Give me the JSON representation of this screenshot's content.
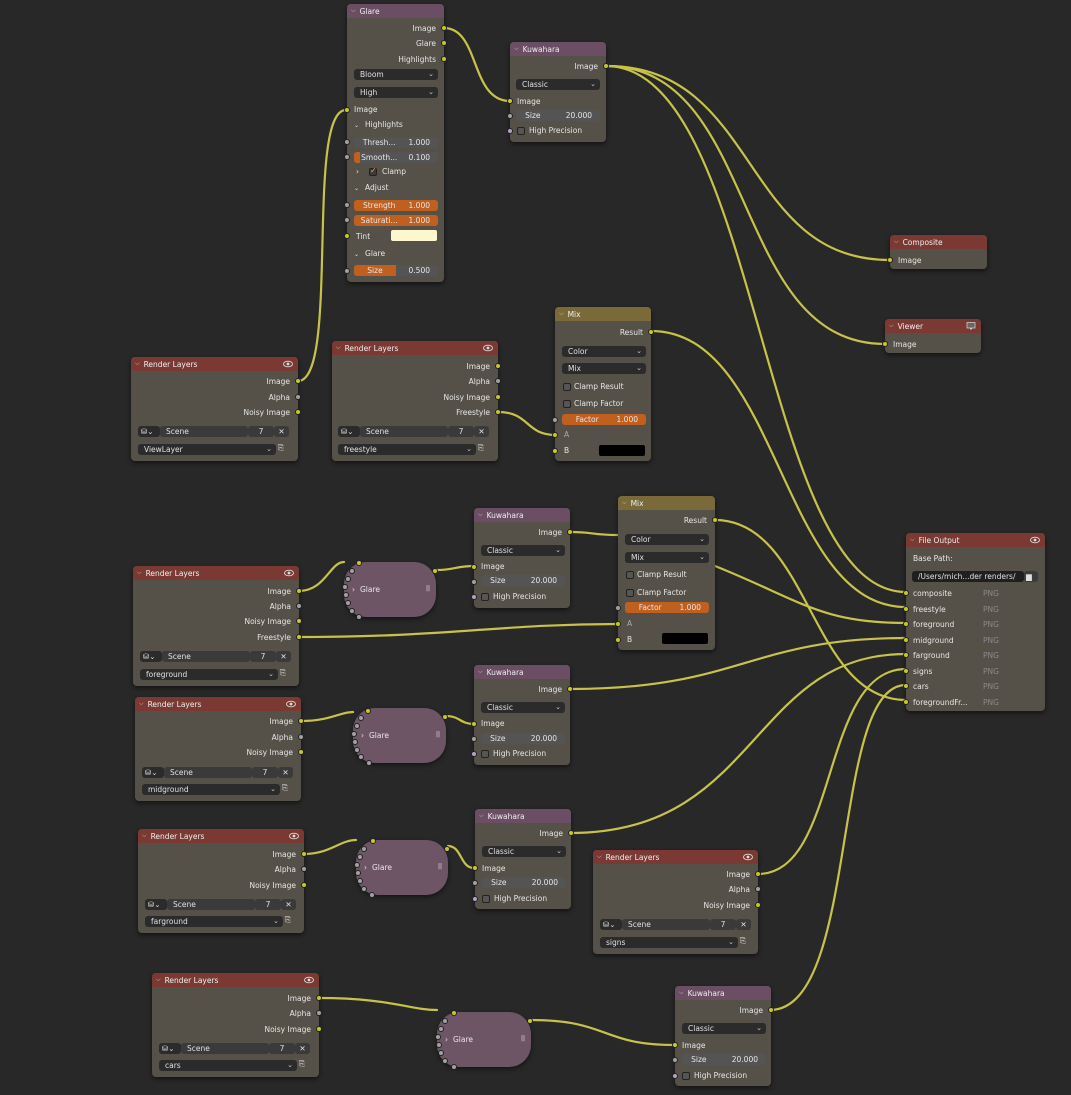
{
  "labels": {
    "image": "Image",
    "alpha": "Alpha",
    "noisy_image": "Noisy Image",
    "freestyle_out": "Freestyle",
    "glare_out": "Glare",
    "highlights_out": "Highlights",
    "result": "Result",
    "size": "Size",
    "high_precision": "High Precision",
    "classic": "Classic",
    "scene": "Scene",
    "scene_users": "7",
    "a": "A",
    "b": "B",
    "color": "Color",
    "mix": "Mix",
    "clamp_result": "Clamp Result",
    "clamp_factor": "Clamp Factor",
    "factor": "Factor",
    "factor_val": "1.000",
    "size_val": "20.000"
  },
  "glare_main": {
    "title": "Glare",
    "type": "Bloom",
    "quality": "High",
    "highlights_panel": "Highlights",
    "threshold_label": "Thresh...",
    "threshold": "1.000",
    "smooth_label": "Smooth...",
    "smooth": "0.100",
    "clamp": "Clamp",
    "adjust_panel": "Adjust",
    "strength_label": "Strength",
    "strength": "1.000",
    "saturation_label": "Saturati...",
    "saturation": "1.000",
    "tint": "Tint",
    "glare_panel": "Glare",
    "size_label": "Size",
    "size": "0.500"
  },
  "kuwahara_title": "Kuwahara",
  "render_layers_title": "Render Layers",
  "mix_title": "Mix",
  "glare_pill_label": "Glare",
  "composite": {
    "title": "Composite"
  },
  "viewer": {
    "title": "Viewer"
  },
  "view_layers": {
    "rl1": "ViewLayer",
    "rl2": "freestyle",
    "rl3": "foreground",
    "rl4": "midground",
    "rl5": "farground",
    "rl6": "signs",
    "rl7": "cars"
  },
  "file_output": {
    "title": "File Output",
    "base_path_label": "Base Path:",
    "base_path": "/Users/mich...der renders/",
    "format": "PNG",
    "inputs": [
      "composite",
      "freestyle",
      "foreground",
      "midground",
      "farground",
      "signs",
      "cars",
      "foregroundFr..."
    ]
  },
  "colors": {
    "wire": "#c8c24a",
    "render_header": "#7a3a33",
    "kuwahara_header": "#6b4e63",
    "mix_header": "#7a6a3a",
    "socket_image": "#c7c729",
    "factor_orange": "#c06020"
  }
}
